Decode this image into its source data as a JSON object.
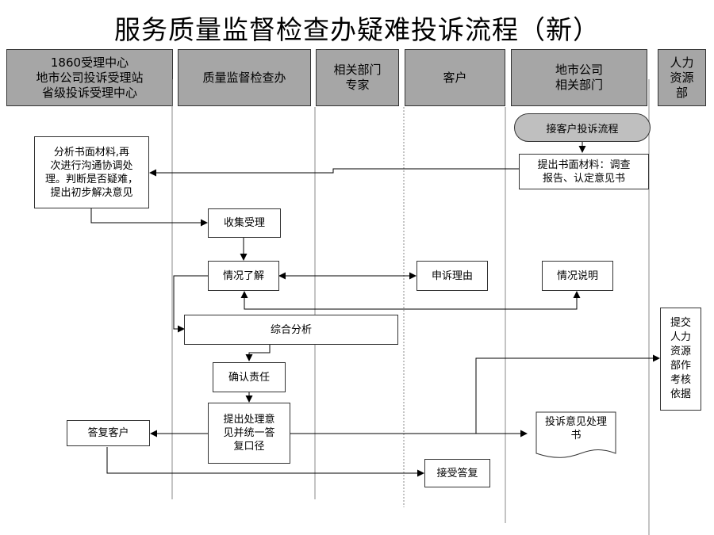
{
  "title": "服务质量监督检查办疑难投诉流程（新）",
  "lanes": [
    {
      "label": "1860受理中心\n地市公司投诉受理站\n省级投诉受理中心"
    },
    {
      "label": "质量监督检查办"
    },
    {
      "label": "相关部门\n专家"
    },
    {
      "label": "客户"
    },
    {
      "label": "地市公司\n相关部门"
    },
    {
      "label": "人力\n资源\n部"
    }
  ],
  "nodes": {
    "start": "接客户投诉流程",
    "submit_materials": "提出书面材料：调查\n报告、认定意见书",
    "analyze": "分析书面材料,再\n次进行沟通协调处\n理。判断是否疑难，\n提出初步解决意见",
    "collect": "收集受理",
    "understand": "情况了解",
    "appeal": "申诉理由",
    "explain": "情况说明",
    "comprehensive": "综合分析",
    "confirm": "确认责任",
    "propose": "提出处理意\n见并统一答\n复口径",
    "reply": "答复客户",
    "accept": "接受答复",
    "report_doc": "投诉意见处理\n书",
    "hr_submit": "提交\n人力\n资源\n部作\n考核\n依据"
  }
}
